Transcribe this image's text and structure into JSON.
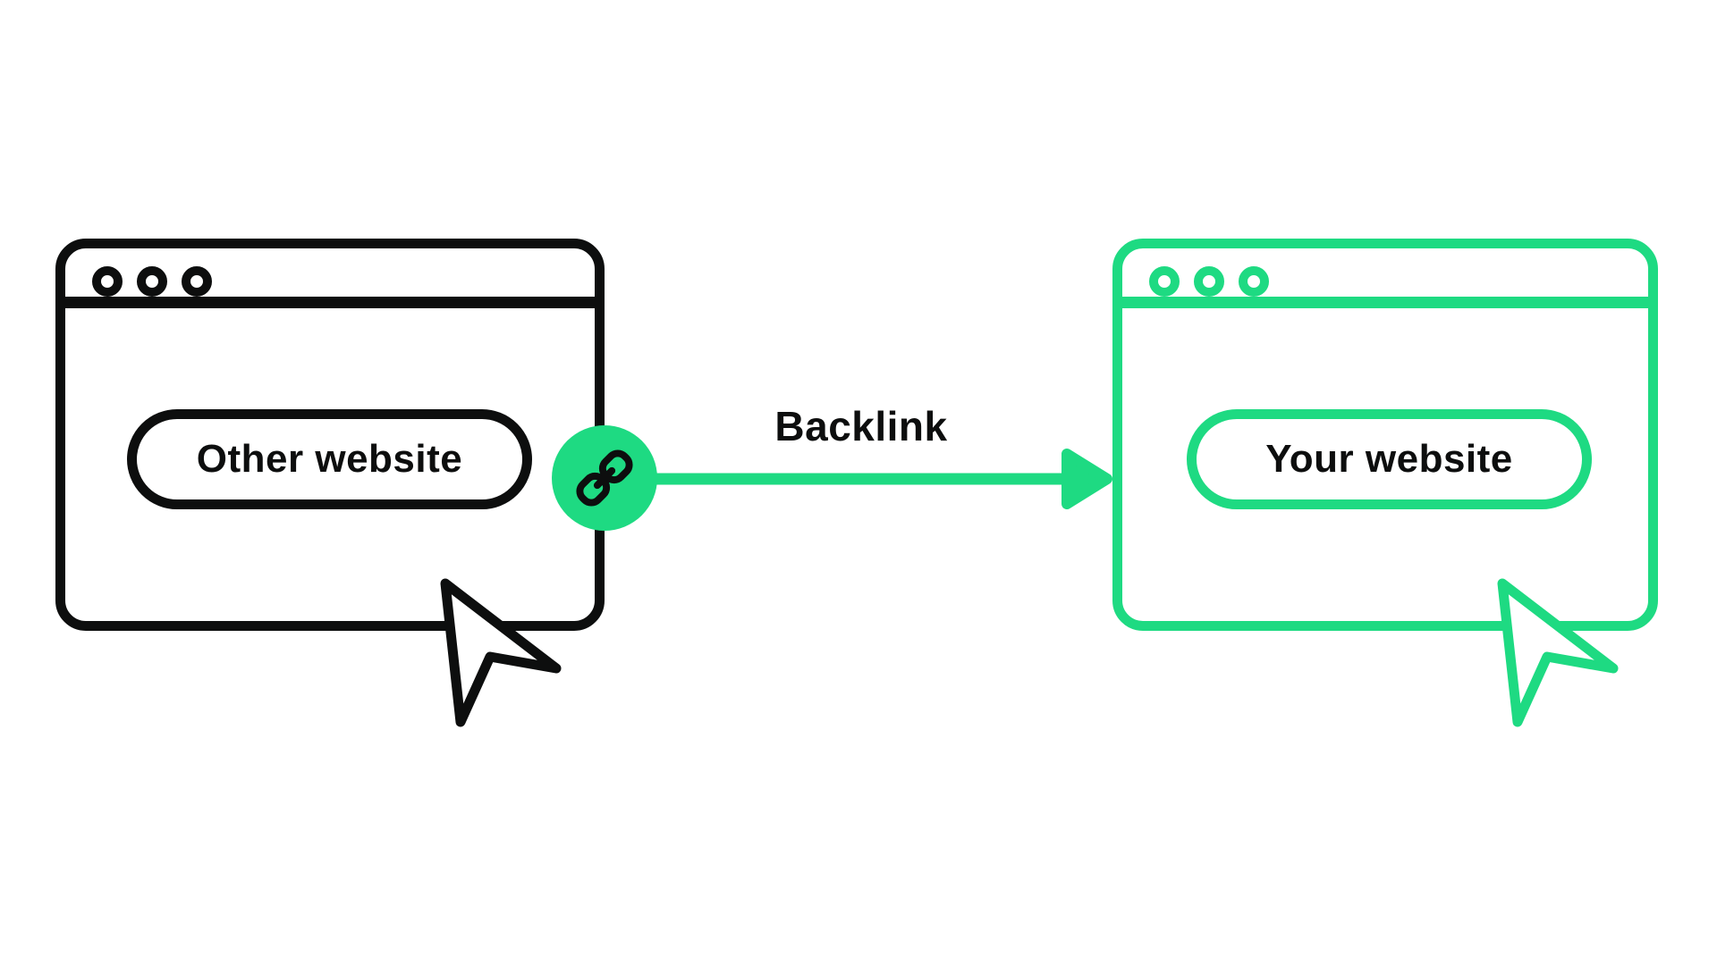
{
  "theme": {
    "green": "#1EDA82",
    "ink": "#0D0E0E",
    "canvas": "#FFFFFF"
  },
  "windows": {
    "other": {
      "label": "Other website",
      "accent": "#0D0E0E",
      "dot_count": 3
    },
    "your": {
      "label": "Your website",
      "accent": "#1EDA82",
      "dot_count": 3
    }
  },
  "connector": {
    "label": "Backlink",
    "icon": "chain-link",
    "color": "#1EDA82"
  }
}
